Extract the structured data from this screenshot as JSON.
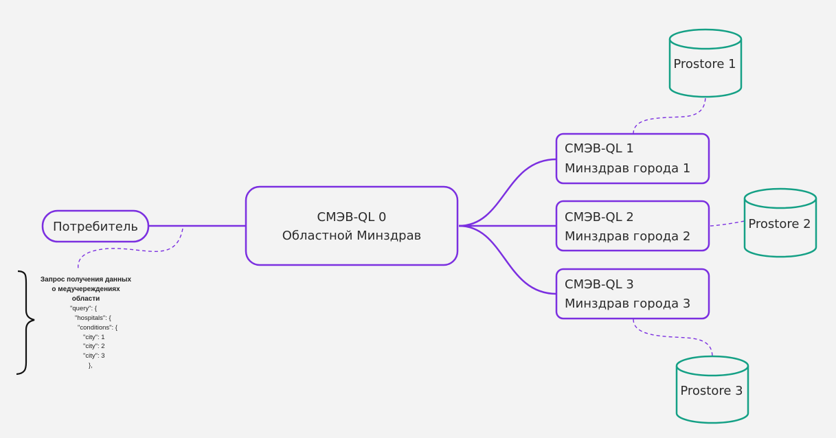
{
  "colors": {
    "background": "#f3f3f3",
    "node_stroke": "#7b2fe0",
    "db_stroke": "#14a085",
    "dashed_link": "#7b2fe0",
    "text": "#2b2b2b"
  },
  "consumer": {
    "label": "Потребитель"
  },
  "hub": {
    "line1": "СМЭВ-QL 0",
    "line2": "Областной Минздрав"
  },
  "cities": [
    {
      "line1": "СМЭВ-QL 1",
      "line2": "Минздрав города 1"
    },
    {
      "line1": "СМЭВ-QL 2",
      "line2": "Минздрав города 2"
    },
    {
      "line1": "СМЭВ-QL 3",
      "line2": "Минздрав города 3"
    }
  ],
  "databases": [
    {
      "label": "Prostore 1"
    },
    {
      "label": "Prostore 2"
    },
    {
      "label": "Prostore 3"
    }
  ],
  "note": {
    "title_lines": [
      "Запрос получения данных",
      "о медучереждениях",
      "области"
    ],
    "code_lines": [
      "\"query\": {",
      "\"hospitals\": {",
      "\"conditions\": {",
      "\"city\": 1",
      "\"city\": 2",
      "\"city\": 3",
      "},"
    ]
  }
}
